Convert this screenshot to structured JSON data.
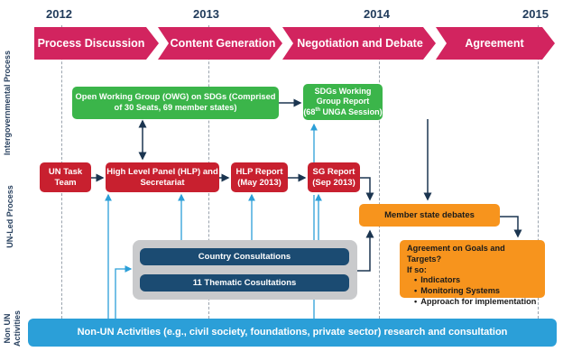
{
  "years": [
    "2012",
    "2013",
    "2014",
    "2015"
  ],
  "phases": [
    "Process Discussion",
    "Content Generation",
    "Negotiation and Debate",
    "Agreement"
  ],
  "phase_color": "#d2245f",
  "sections": {
    "intergovernmental": "Intergovernmental Process",
    "un_led": "UN-Led Process",
    "non_un": "Non UN Activities"
  },
  "boxes": {
    "owg": "Open Working Group (OWG) on SDGs (Comprised of 30 Seats, 69 member states)",
    "sdgs_report_line1": "SDGs Working Group Report",
    "sdgs_report_line2_pre": "(68",
    "sdgs_report_line2_sup": "th",
    "sdgs_report_line2_post": " UNGA Session)",
    "un_task_team": "UN Task Team",
    "hlp": "High Level Panel (HLP) and Secretariat",
    "hlp_report": "HLP Report (May 2013)",
    "sg_report": "SG Report (Sep 2013)",
    "member_state_debates": "Member state debates",
    "country_consultations": "Country Consultations",
    "thematic_consultations": "11 Thematic Cosultations",
    "non_un_activities": "Non-UN Activities (e.g., civil society, foundations, private sector) research and consultation"
  },
  "agreement": {
    "heading": "Agreement on Goals and Targets?",
    "if_so": "If so:",
    "items": [
      "Indicators",
      "Monitoring Systems",
      "Approach for implementation"
    ]
  },
  "colors": {
    "green": "#3bb54a",
    "red": "#c8202f",
    "orange": "#f7941d",
    "navy": "#1b4b72",
    "blue": "#2b9fd8",
    "grey": "#c9cacc",
    "arrow_navy": "#1b3550",
    "arrow_blue": "#2b9fd8"
  }
}
